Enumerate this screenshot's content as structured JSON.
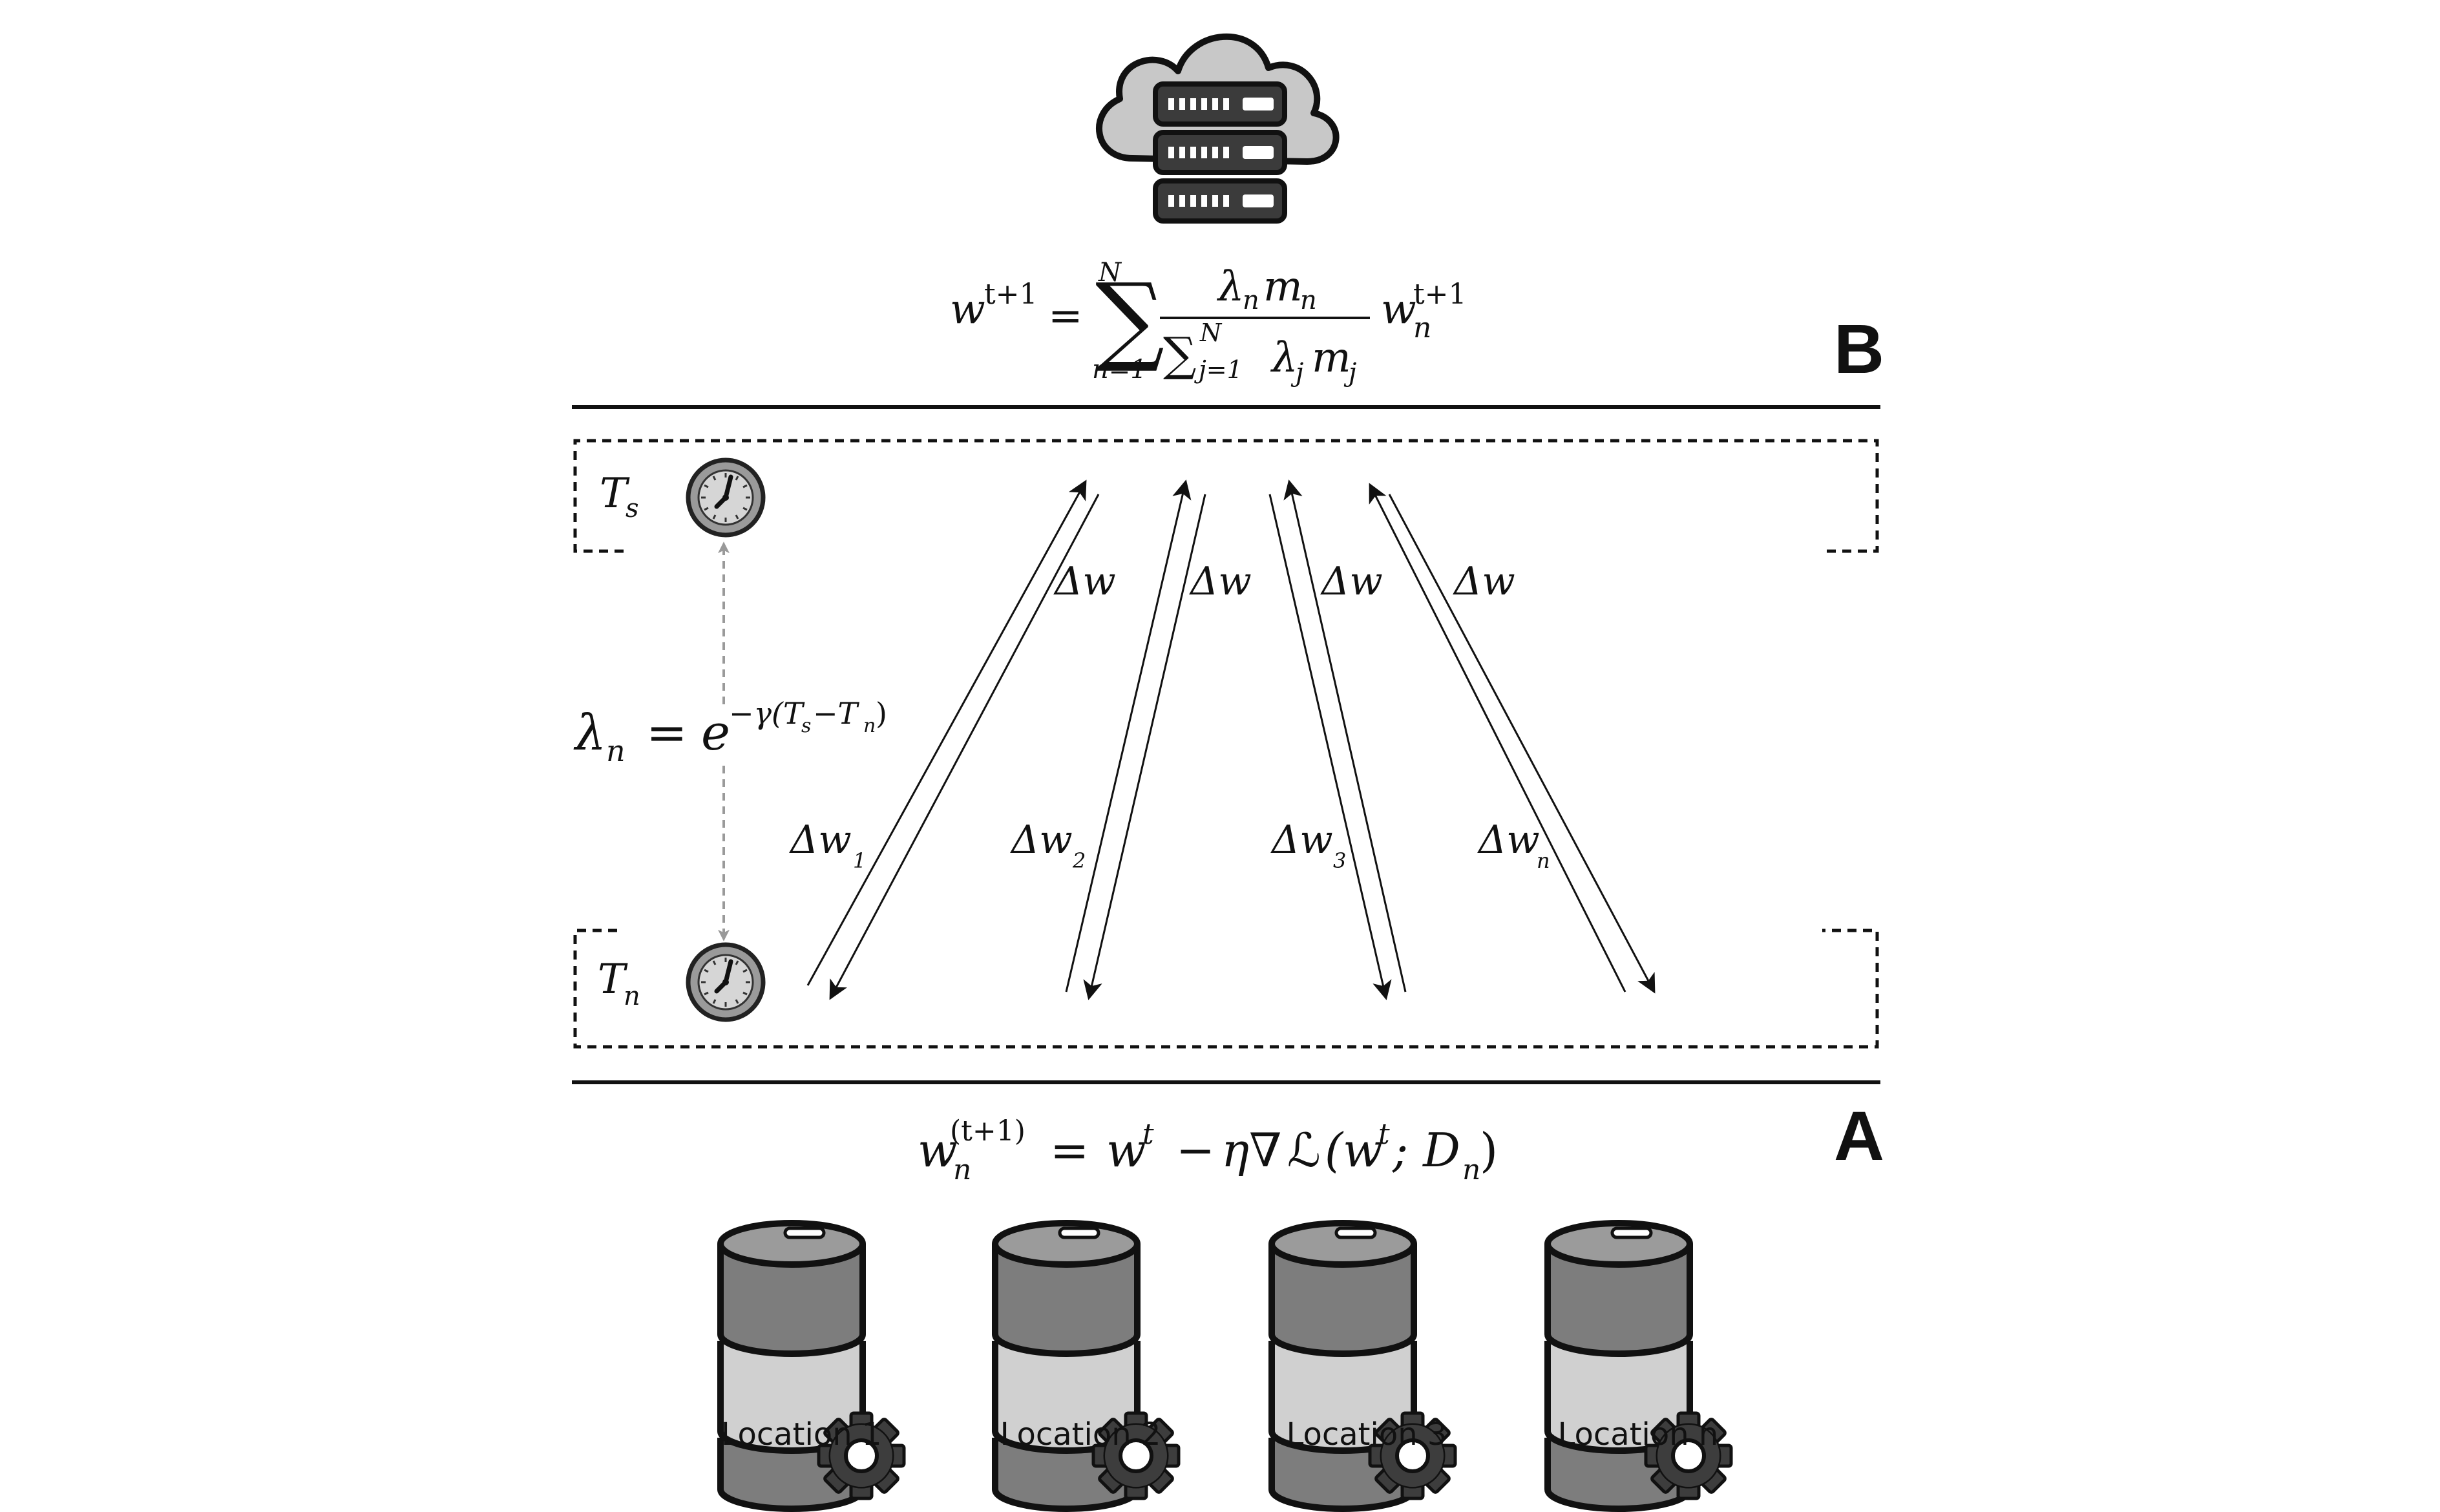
{
  "server": {
    "icon": "cloud-server-icon"
  },
  "sections": {
    "aggregation_label": "B",
    "local_label": "A"
  },
  "equations": {
    "aggregation": {
      "lhs_base": "w",
      "lhs_sup": "t+1",
      "equals": "=",
      "sum_sup": "N",
      "sum_sub": "n=1",
      "numerator_lambda": "λ",
      "numerator_lambda_sub": "n",
      "numerator_m": "m",
      "numerator_m_sub": "n",
      "denominator_sum_sup": "N",
      "denominator_sum_sub": "j=1",
      "denominator_lambda": "λ",
      "denominator_lambda_sub": "j",
      "denominator_m": "m",
      "denominator_m_sub": "j",
      "rhs_base": "w",
      "rhs_sup": "t+1",
      "rhs_sub": "n"
    },
    "staleness": {
      "lhs": "λ",
      "lhs_sub": "n",
      "equals": "=",
      "base": "e",
      "exponent": "−γ(T",
      "exp_ts_sub": "s",
      "exp_minus": "−T",
      "exp_tn_sub": "n",
      "exp_close": ")"
    },
    "local_update": {
      "lhs_base": "w",
      "lhs_sub": "n",
      "lhs_sup": "(t+1)",
      "equals": "=",
      "term1": "w",
      "term1_sup": "t",
      "minus": "−",
      "eta_grad": "η∇",
      "loss": "ℒ",
      "args_open": "(w",
      "args_sup": "t",
      "args_sep": "; D",
      "args_sub": "n",
      "args_close": ")"
    }
  },
  "timestamps": {
    "server": {
      "symbol": "T",
      "sub": "s",
      "icon": "clock-icon"
    },
    "client": {
      "symbol": "T",
      "sub": "n",
      "icon": "clock-icon"
    }
  },
  "arrows": {
    "server_labels": [
      "Δw",
      "Δw",
      "Δw",
      "Δw"
    ],
    "client_labels": [
      {
        "text": "Δw",
        "sub": "1"
      },
      {
        "text": "Δw",
        "sub": "2"
      },
      {
        "text": "Δw",
        "sub": "3"
      },
      {
        "text": "Δw",
        "sub": "n"
      }
    ]
  },
  "locations": [
    {
      "label": "Location 1",
      "icon": "database-gear-icon"
    },
    {
      "label": "Location 2",
      "icon": "database-gear-icon"
    },
    {
      "label": "Location 3",
      "icon": "database-gear-icon"
    },
    {
      "label": "Location n",
      "icon": "database-gear-icon"
    }
  ]
}
